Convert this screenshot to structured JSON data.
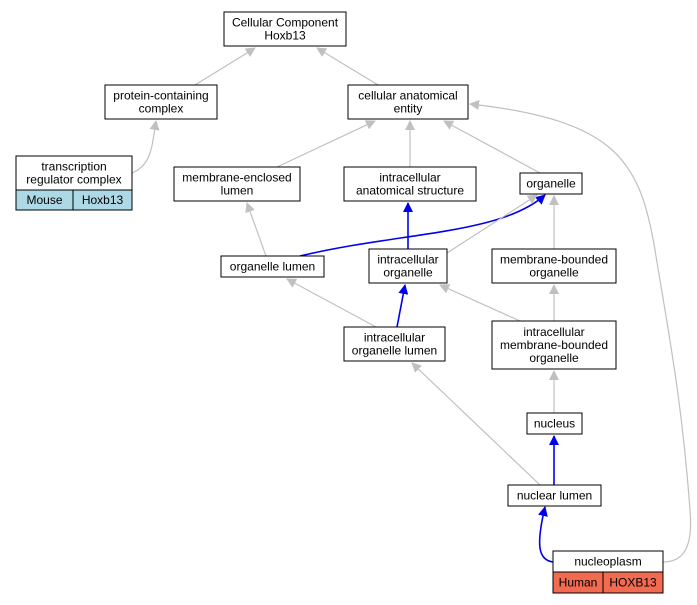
{
  "colors": {
    "node_border": "#000000",
    "node_fill": "#ffffff",
    "edge_gray": "#c0c0c0",
    "edge_blue": "#0000ee",
    "mouse_fill": "#add8e6",
    "human_fill": "#f26a50"
  },
  "nodes": [
    {
      "id": "root",
      "lines": [
        "Cellular Component",
        "Hoxb13"
      ]
    },
    {
      "id": "protein-complex",
      "lines": [
        "protein-containing",
        "complex"
      ]
    },
    {
      "id": "cellular-anatomical-entity",
      "lines": [
        "cellular anatomical",
        "entity"
      ]
    },
    {
      "id": "transcription-regulator-complex",
      "lines": [
        "transcription",
        "regulator complex"
      ]
    },
    {
      "id": "membrane-enclosed-lumen",
      "lines": [
        "membrane-enclosed",
        "lumen"
      ]
    },
    {
      "id": "intracellular-anatomical-structure",
      "lines": [
        "intracellular",
        "anatomical structure"
      ]
    },
    {
      "id": "organelle",
      "lines": [
        "organelle"
      ]
    },
    {
      "id": "organelle-lumen",
      "lines": [
        "organelle lumen"
      ]
    },
    {
      "id": "intracellular-organelle",
      "lines": [
        "intracellular",
        "organelle"
      ]
    },
    {
      "id": "membrane-bounded-organelle",
      "lines": [
        "membrane-bounded",
        "organelle"
      ]
    },
    {
      "id": "intracellular-organelle-lumen",
      "lines": [
        "intracellular",
        "organelle lumen"
      ]
    },
    {
      "id": "intracellular-membrane-bounded-organelle",
      "lines": [
        "intracellular",
        "membrane-bounded",
        "organelle"
      ]
    },
    {
      "id": "nucleus",
      "lines": [
        "nucleus"
      ]
    },
    {
      "id": "nuclear-lumen",
      "lines": [
        "nuclear lumen"
      ]
    },
    {
      "id": "nucleoplasm",
      "lines": [
        "nucleoplasm"
      ]
    }
  ],
  "annotations": {
    "mouse": {
      "species": "Mouse",
      "gene": "Hoxb13"
    },
    "human": {
      "species": "Human",
      "gene": "HOXB13"
    }
  },
  "edges": [
    {
      "from": "protein-complex",
      "to": "root",
      "color": "gray"
    },
    {
      "from": "cellular-anatomical-entity",
      "to": "root",
      "color": "gray"
    },
    {
      "from": "transcription-regulator-complex",
      "to": "protein-complex",
      "color": "gray"
    },
    {
      "from": "membrane-enclosed-lumen",
      "to": "cellular-anatomical-entity",
      "color": "gray"
    },
    {
      "from": "intracellular-anatomical-structure",
      "to": "cellular-anatomical-entity",
      "color": "gray"
    },
    {
      "from": "organelle",
      "to": "cellular-anatomical-entity",
      "color": "gray"
    },
    {
      "from": "nucleoplasm",
      "to": "cellular-anatomical-entity",
      "color": "gray"
    },
    {
      "from": "organelle-lumen",
      "to": "membrane-enclosed-lumen",
      "color": "gray"
    },
    {
      "from": "organelle-lumen",
      "to": "organelle",
      "color": "blue"
    },
    {
      "from": "intracellular-organelle",
      "to": "intracellular-anatomical-structure",
      "color": "blue"
    },
    {
      "from": "intracellular-organelle",
      "to": "organelle",
      "color": "gray"
    },
    {
      "from": "membrane-bounded-organelle",
      "to": "organelle",
      "color": "gray"
    },
    {
      "from": "intracellular-organelle-lumen",
      "to": "organelle-lumen",
      "color": "gray"
    },
    {
      "from": "intracellular-organelle-lumen",
      "to": "intracellular-organelle",
      "color": "blue"
    },
    {
      "from": "intracellular-membrane-bounded-organelle",
      "to": "intracellular-organelle",
      "color": "gray"
    },
    {
      "from": "intracellular-membrane-bounded-organelle",
      "to": "membrane-bounded-organelle",
      "color": "gray"
    },
    {
      "from": "nucleus",
      "to": "intracellular-membrane-bounded-organelle",
      "color": "gray"
    },
    {
      "from": "nuclear-lumen",
      "to": "intracellular-organelle-lumen",
      "color": "gray"
    },
    {
      "from": "nuclear-lumen",
      "to": "nucleus",
      "color": "blue"
    },
    {
      "from": "nucleoplasm",
      "to": "nuclear-lumen",
      "color": "blue"
    }
  ]
}
